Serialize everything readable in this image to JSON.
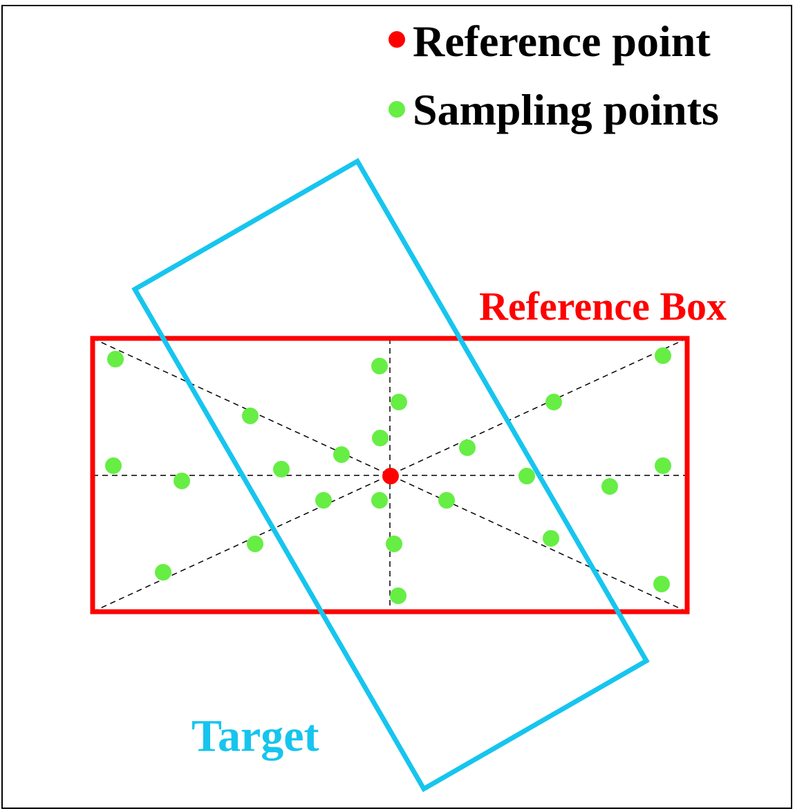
{
  "legend": {
    "reference_point": {
      "label": "Reference point",
      "color": "#ff0000"
    },
    "sampling_points": {
      "label": "Sampling points",
      "color": "#66ee44"
    }
  },
  "reference_box": {
    "label": "Reference Box",
    "color": "#ff0000"
  },
  "target": {
    "label": "Target",
    "color": "#16c5ee"
  },
  "guide_line_color": "#000000"
}
